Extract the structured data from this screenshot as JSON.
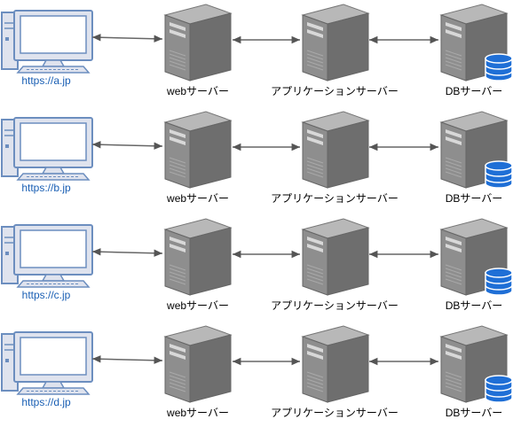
{
  "rows": [
    {
      "client_url": "https://a.jp",
      "web_label": "webサーバー",
      "app_label": "アプリケーションサーバー",
      "db_label": "DBサーバー"
    },
    {
      "client_url": "https://b.jp",
      "web_label": "webサーバー",
      "app_label": "アプリケーションサーバー",
      "db_label": "DBサーバー"
    },
    {
      "client_url": "https://c.jp",
      "web_label": "webサーバー",
      "app_label": "アプリケーションサーバー",
      "db_label": "DBサーバー"
    },
    {
      "client_url": "https://d.jp",
      "web_label": "webサーバー",
      "app_label": "アプリケーションサーバー",
      "db_label": "DBサーバー"
    }
  ],
  "colors": {
    "url_text": "#1a5fb4",
    "label_text": "#000000",
    "pc_fill": "#dfe3ee",
    "pc_stroke": "#6c8ebf",
    "server_front": "#8e8e8e",
    "server_side": "#6e6e6e",
    "server_top": "#b8b8b8",
    "server_detail": "#d8d8d8",
    "connector": "#666666",
    "db_fill": "#1f6fd6"
  }
}
